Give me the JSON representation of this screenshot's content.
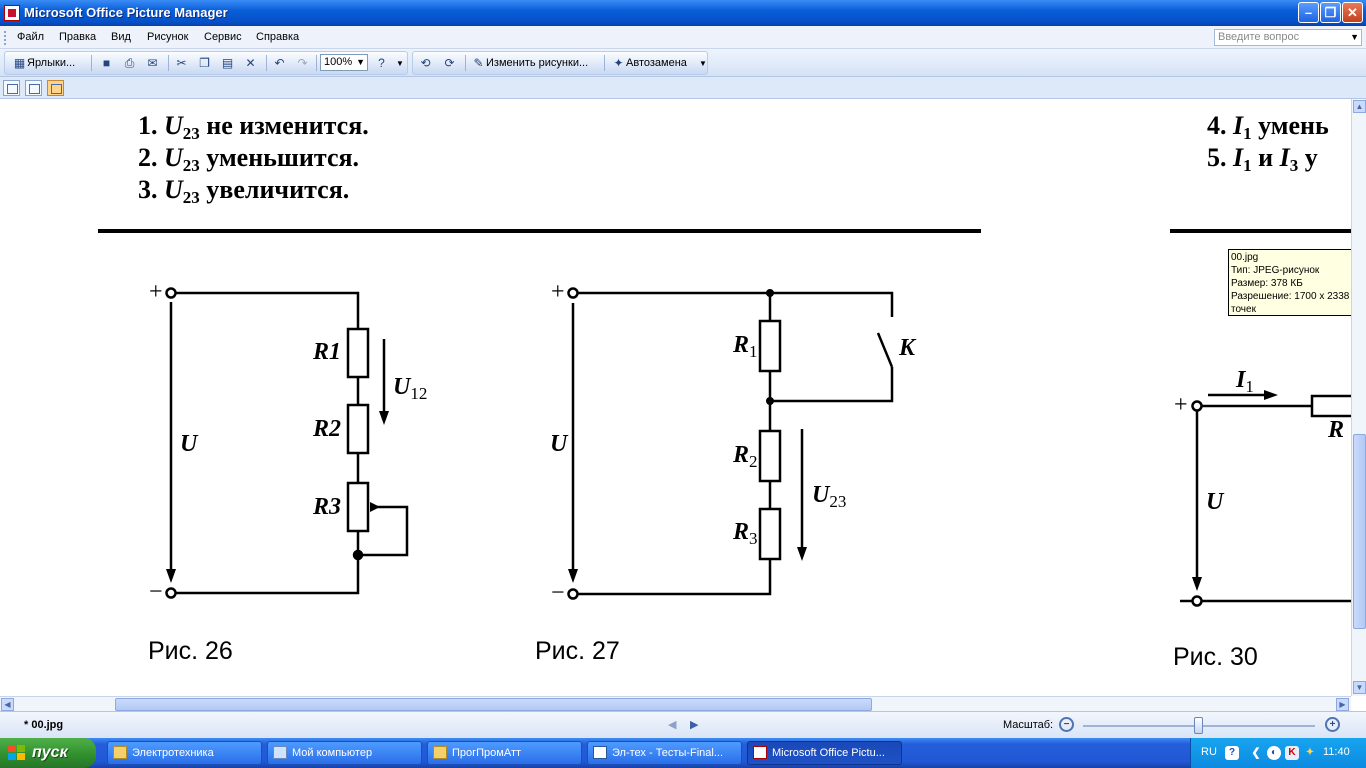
{
  "window": {
    "title": "Microsoft Office Picture Manager",
    "minimize_glyph": "–",
    "restore_glyph": "❐",
    "close_glyph": "✕"
  },
  "menu": {
    "items": [
      "Файл",
      "Правка",
      "Вид",
      "Рисунок",
      "Сервис",
      "Справка"
    ],
    "ask_placeholder": "Введите вопрос"
  },
  "toolbar": {
    "shortcuts_label": "Ярлыки...",
    "zoom_value": "100%",
    "edit_pictures_label": "Изменить рисунки...",
    "autocorrect_label": "Автозамена"
  },
  "document": {
    "options_left": [
      {
        "num": "1.",
        "var": "U",
        "sub": "23",
        "text": "не изменится."
      },
      {
        "num": "2.",
        "var": "U",
        "sub": "23",
        "text": "уменьшится."
      },
      {
        "num": "3.",
        "var": "U",
        "sub": "23",
        "text": "увеличится."
      }
    ],
    "options_right": [
      {
        "num": "4.",
        "var": "I",
        "sub": "1",
        "text": "умень"
      },
      {
        "num": "5.",
        "var": "I",
        "sub": "1",
        "text": "и",
        "var2": "I",
        "sub2": "3",
        "text2": "у"
      }
    ],
    "fig26": {
      "caption": "Рис. 26",
      "plus": "+",
      "minus": "−",
      "u": "U",
      "r1": "R1",
      "r2": "R2",
      "r3": "R3",
      "u12_var": "U",
      "u12_sub": "12"
    },
    "fig27": {
      "caption": "Рис. 27",
      "plus": "+",
      "minus": "−",
      "u": "U",
      "r1_var": "R",
      "r1_sub": "1",
      "r2_var": "R",
      "r2_sub": "2",
      "r3_var": "R",
      "r3_sub": "3",
      "k": "K",
      "u23_var": "U",
      "u23_sub": "23"
    },
    "fig30": {
      "caption": "Рис. 30",
      "plus": "+",
      "u": "U",
      "r": "R",
      "i1_var": "I",
      "i1_sub": "1"
    }
  },
  "tooltip": {
    "lines": [
      "00.jpg",
      "Тип: JPEG-рисунок",
      "Размер: 378 КБ",
      "Разрешение: 1700 x 2338",
      "точек"
    ]
  },
  "status": {
    "filename": "* 00.jpg",
    "zoom_label": "Масштаб:",
    "zoom_fraction": 0.5
  },
  "taskbar": {
    "start_label": "пуск",
    "tasks": [
      "Электротехника",
      "Мой компьютер",
      "ПрогПромАтт",
      "Эл-тех - Тесты-Final...",
      "Microsoft Office Pictu..."
    ],
    "language": "RU",
    "clock": "11:40"
  }
}
